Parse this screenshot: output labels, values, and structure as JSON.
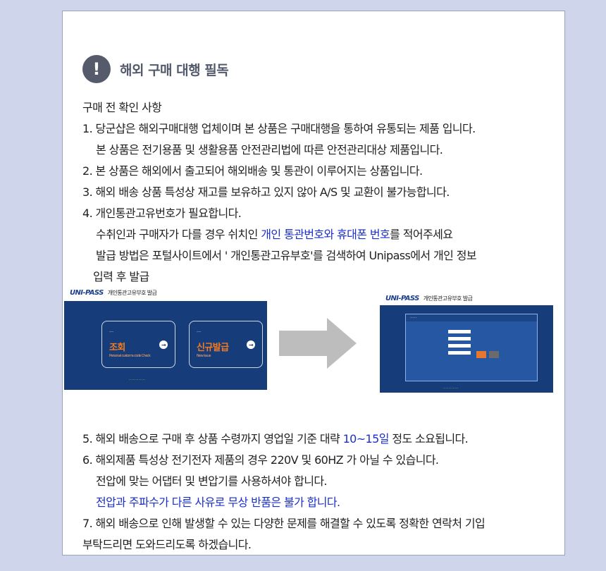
{
  "header": {
    "icon": "exclamation-icon",
    "title": "해외 구매 대행 필독"
  },
  "intro": "구매 전 확인 사항",
  "items": {
    "i1a": "1. 당군샵은 해외구매대행 업체이며 본 상품은 구매대행을 통하여 유통되는 제품 입니다.",
    "i1b": "본 상품은 전기용품 및 생활용품 안전관리법에 따른 안전관리대상 제품입니다.",
    "i2": "2. 본 상품은 해외에서 출고되어 해외배송 및 통관이 이루어지는 상품입니다.",
    "i3": "3. 해외 배송 상품 특성상 재고를 보유하고 있지 않아 A/S 및 교환이 불가능합니다.",
    "i4": "4. 개인통관고유번호가 필요합니다.",
    "i4a_pre": "수취인과 구매자가 다를 경우 쉬치인 ",
    "i4a_blue": "개인 통관번호와 휴대폰 번호",
    "i4a_post": "를 적어주세요",
    "i4b": "발급 방법은 포털사이트에서 ' 개인통관고유부호'를 검색하여 Unipass에서 개인 정보",
    "i4c": "입력 후 발급",
    "i5_pre": "5. 해외 배송으로 구매 후 상품 수령까지 영업일 기준 대략 ",
    "i5_blue": "10~15일",
    "i5_post": " 정도 소요됩니다.",
    "i6": "6. 해외제품 특성상 전기전자 제품의 경우 220V 및 60HZ 가 아닐 수 있습니다.",
    "i6a": "전압에 맞는 어댑터 및 변압기를 사용하셔야 합니다.",
    "i6b": "전압과 주파수가 다른 사유로 무상 반품은 불가 합니다.",
    "i7a": "7. 해외 배송으로 인해 발생할 수 있는 다양한 문제를 해결할 수 있도록 정확한 연락처 기입",
    "i7b": "부탁드리면 도와드리도록 하겠습니다."
  },
  "image_left": {
    "logo": "UNI-PASS",
    "title": "개인통관고유부호 발급",
    "box1_big": "조회",
    "box1_sub": "Personal customs code Check",
    "box2_big": "신규발급",
    "box2_sub": "New issue"
  },
  "image_right": {
    "logo": "UNI-PASS",
    "title": "개인통관고유부호 발급"
  },
  "colors": {
    "accent_blue": "#1a2fc9",
    "page_bg": "#cfd5ea",
    "uni_blue": "#163d79",
    "orange": "#f47b20"
  }
}
